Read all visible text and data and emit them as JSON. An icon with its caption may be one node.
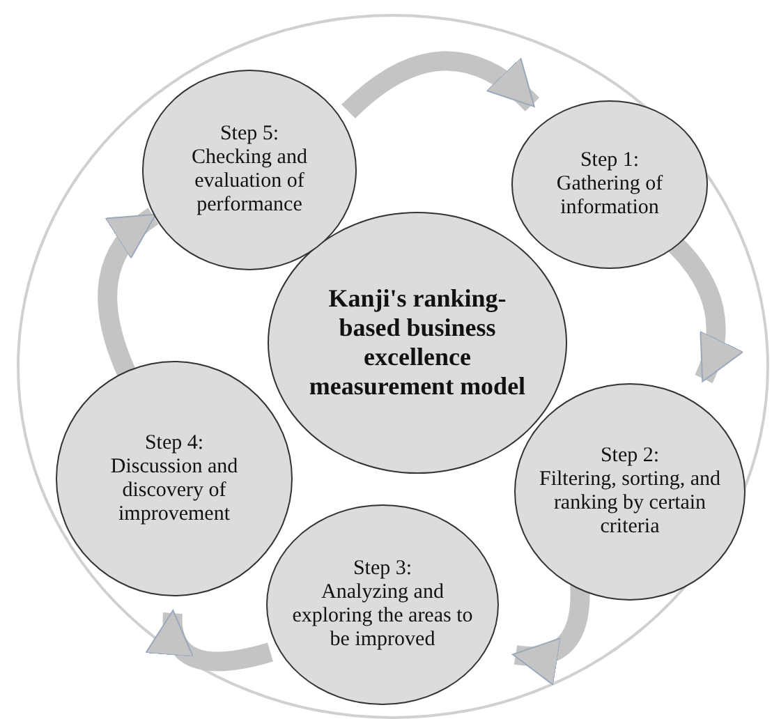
{
  "diagram": {
    "nodes": [
      {
        "text": [],
        "shape": "circle"
      },
      {
        "text": [
          "Kanji's ranking-based business excellence measurement model"
        ],
        "in": 0
      },
      {
        "text": [
          "Step 1:",
          "Gathering of information"
        ],
        "in": 0
      },
      {
        "text": [
          "Step 2:",
          "Filtering, sorting, and ranking by certain criteria"
        ],
        "in": 0
      },
      {
        "text": [
          "Step 3:",
          "Analyzing and exploring the areas to be improved"
        ],
        "in": 0
      },
      {
        "text": [
          "Step 4:",
          "Discussion and discovery of improvement"
        ],
        "in": 0
      },
      {
        "text": [
          "Step 5:",
          "Checking and evaluation of performance"
        ],
        "in": 0
      }
    ],
    "edges": [
      {
        "from": 2,
        "to": 3,
        "arrow": "to"
      },
      {
        "from": 3,
        "to": 4,
        "arrow": "to"
      },
      {
        "from": 4,
        "to": 5,
        "arrow": "to"
      },
      {
        "from": 5,
        "to": 6,
        "arrow": "to"
      },
      {
        "from": 6,
        "to": 2,
        "arrow": "to"
      }
    ]
  }
}
